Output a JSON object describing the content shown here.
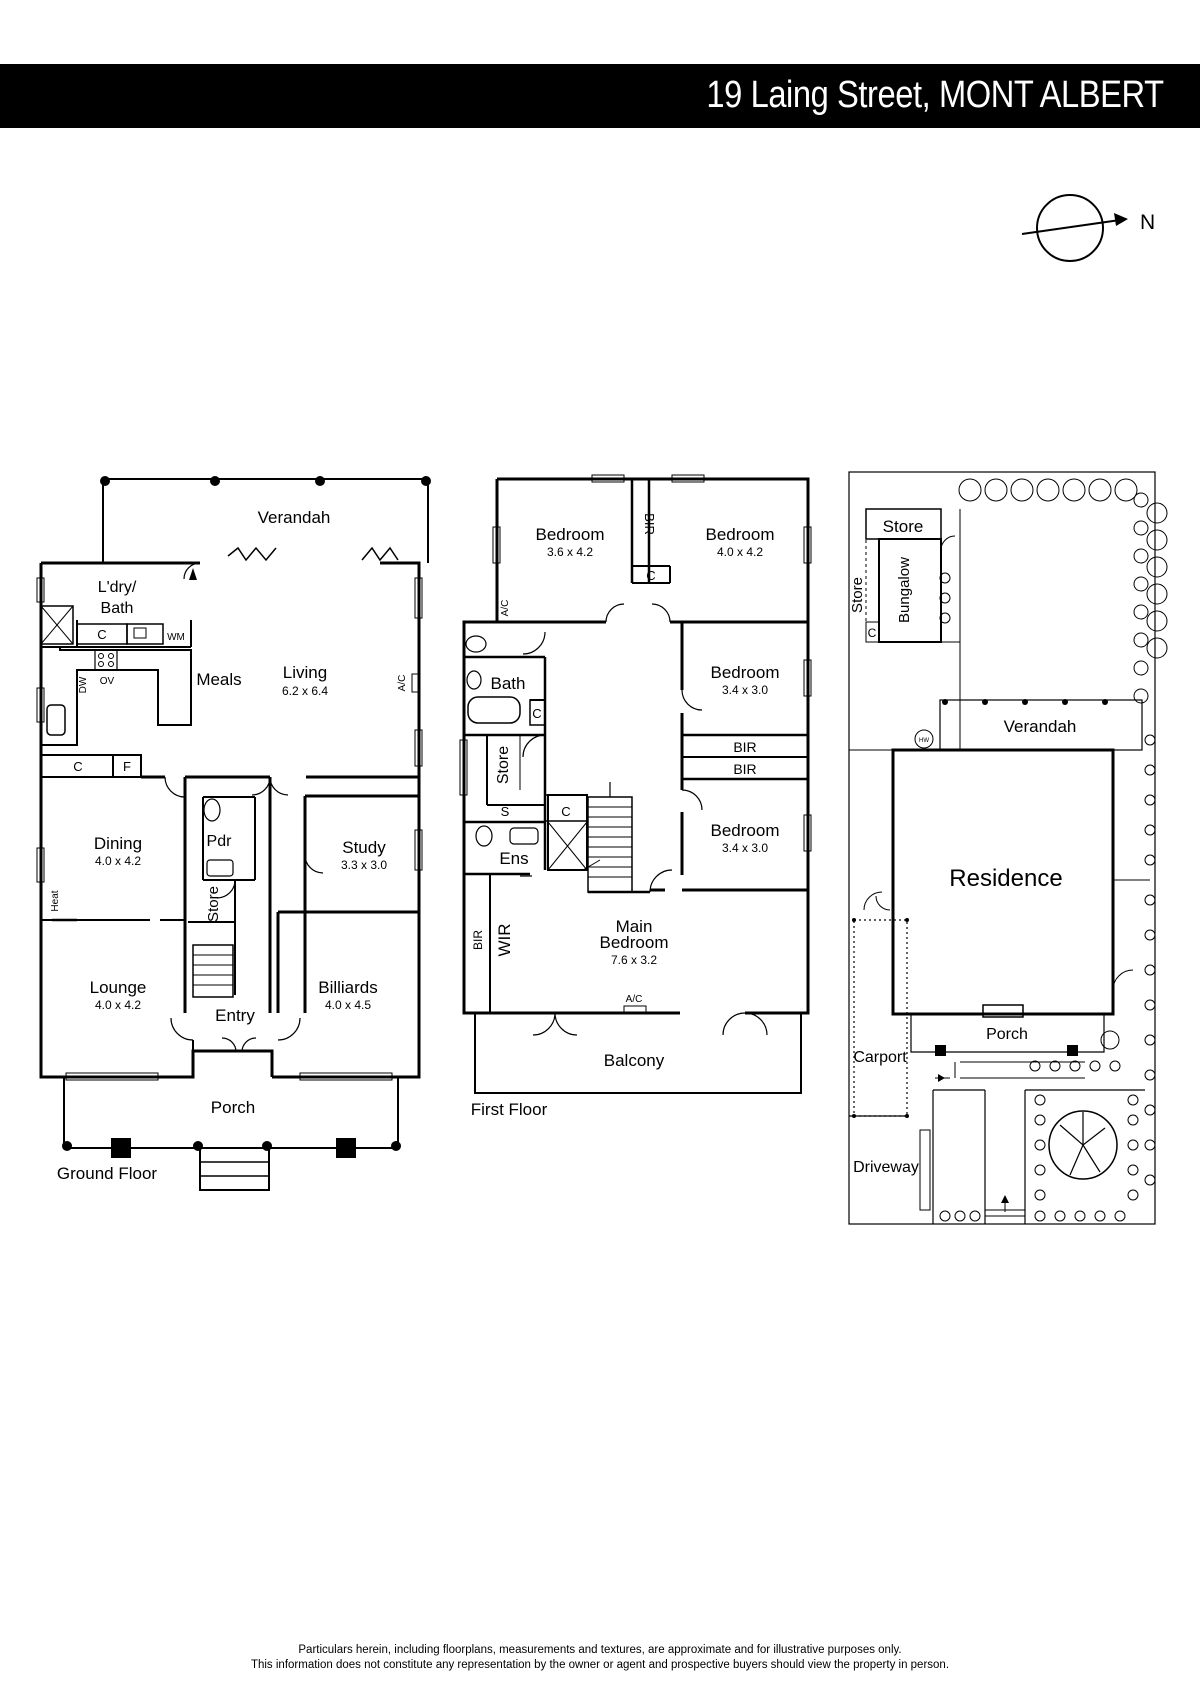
{
  "header": {
    "address": "19 Laing Street, MONT ALBERT"
  },
  "compass": {
    "label": "N"
  },
  "ground_floor": {
    "label": "Ground Floor",
    "rooms": {
      "verandah": "Verandah",
      "laundry": "L'dry/\nBath",
      "meals": "Meals",
      "living": "Living",
      "living_dims": "6.2 x 6.4",
      "dining": "Dining",
      "dining_dims": "4.0 x 4.2",
      "pdr": "Pdr",
      "store": "Store",
      "study": "Study",
      "study_dims": "3.3 x 3.0",
      "lounge": "Lounge",
      "lounge_dims": "4.0 x 4.2",
      "entry": "Entry",
      "billiards": "Billiards",
      "billiards_dims": "4.0 x 4.5",
      "porch": "Porch"
    },
    "fixtures": {
      "c": "C",
      "f": "F",
      "wm": "WM",
      "dw": "DW",
      "ov": "OV",
      "ac": "A/C",
      "heat": "Heat"
    }
  },
  "first_floor": {
    "label": "First Floor",
    "rooms": {
      "bed1": "Bedroom",
      "bed1_dims": "3.6 x 4.2",
      "bir": "BIR",
      "bed2": "Bedroom",
      "bed2_dims": "4.0 x 4.2",
      "bed3": "Bedroom",
      "bed3_dims": "3.4 x 3.0",
      "bed4": "Bedroom",
      "bed4_dims": "3.4 x 3.0",
      "bath": "Bath",
      "store": "Store",
      "ens": "Ens",
      "wir": "WIR",
      "main": "Main\nBedroom",
      "main_dims": "7.6 x 3.2",
      "balcony": "Balcony"
    },
    "fixtures": {
      "c": "C",
      "s": "S",
      "ac": "A/C"
    }
  },
  "site": {
    "store": "Store",
    "bungalow": "Bungalow",
    "store_side": "Store",
    "c": "C",
    "verandah": "Verandah",
    "hw": "HW",
    "residence": "Residence",
    "porch": "Porch",
    "carport": "Carport",
    "driveway": "Driveway"
  },
  "disclaimer": {
    "line1": "Particulars herein, including floorplans, measurements and textures, are approximate and for illustrative purposes only.",
    "line2": "This information does not constitute any representation by the owner or agent and prospective buyers should view the property in person."
  }
}
